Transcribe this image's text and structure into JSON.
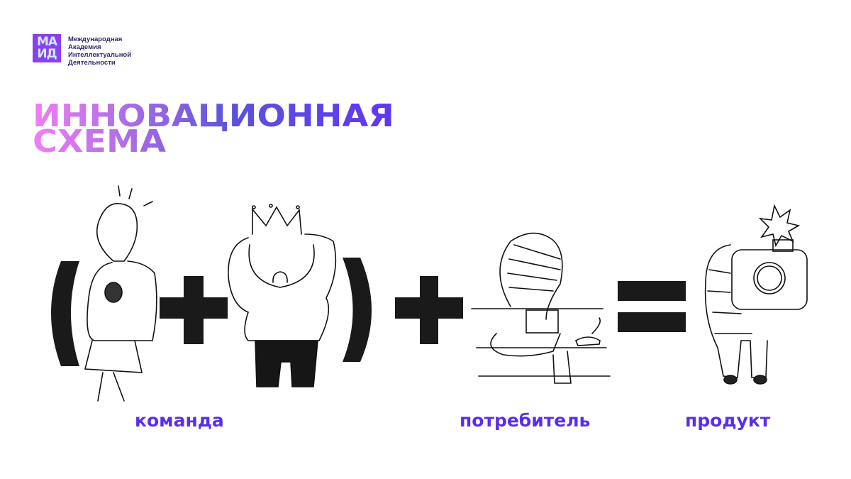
{
  "logo": {
    "mark_line1": "МА",
    "mark_line2": "ИД",
    "text_lines": [
      "Международная",
      "Академия",
      "Интеллектуальной",
      "Деятельности"
    ],
    "colors": {
      "background": "#8a3ff0",
      "letters": "#cfe9ff",
      "text": "#2e2a6b"
    }
  },
  "title": {
    "line1": "ИННОВАЦИОННАЯ",
    "line2": "СХЕМА",
    "gradient": [
      "#f27ef6",
      "#5a52dd",
      "#6236f0"
    ]
  },
  "formula": {
    "symbols": [
      "(",
      "+",
      ")",
      "+",
      "="
    ],
    "illustrations": [
      "woman-with-lightbulb-head",
      "man-holding-crown",
      "person-on-sofa-with-laptop-and-cat",
      "person-holding-camera"
    ]
  },
  "captions": {
    "team": "команда",
    "consumer": "потребитель",
    "product": "продукт",
    "color": "#5a2cf0"
  }
}
